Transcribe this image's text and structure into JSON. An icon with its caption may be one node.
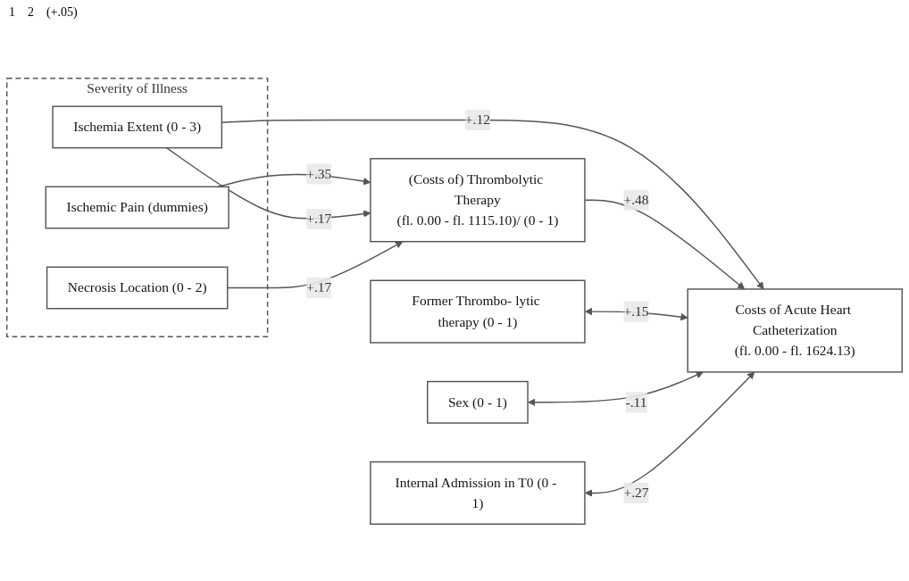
{
  "diagram": {
    "nodes": [
      {
        "text": [
          "Severity of Illness"
        ]
      },
      {
        "text": [
          "Ischemic Pain (dummies)"
        ],
        "in": 0
      },
      {
        "text": [
          "Ischemia Extent (0 - 3)"
        ],
        "in": 0
      },
      {
        "text": [
          "Necrosis Location (0 - 2)"
        ],
        "in": 0
      },
      {
        "text": [
          "(Costs of) Thrombolytic Therapy",
          "(fl. 0.00 - fl. 1115.10)/ (0 - 1)"
        ]
      },
      {
        "text": [
          "Former Thrombo- lytic therapy (0 - 1)"
        ]
      },
      {
        "text": [
          "Sex (0 - 1)"
        ]
      },
      {
        "text": [
          "Internal Admission in T0 (0 - 1)"
        ]
      },
      {
        "text": [
          "Costs of Acute Heart Catheterization",
          "(fl. 0.00 - fl. 1624.13)"
        ]
      }
    ],
    "edges": [
      {
        "from": 1,
        "to": 4,
        "arrow": "to",
        "label": "+.35"
      },
      {
        "from": 2,
        "to": 4,
        "arrow": "to",
        "label": "+.17"
      },
      {
        "from": 3,
        "to": 4,
        "arrow": "to",
        "label": "+.17"
      },
      {
        "from": 2,
        "to": 8,
        "arrow": "to",
        "label": "+.12"
      },
      {
        "from": 4,
        "to": 8,
        "arrow": "to",
        "label": "+.48"
      },
      {
        "from": 5,
        "to": 8,
        "arrow": "both",
        "label": "+.15"
      },
      {
        "from": 6,
        "to": 8,
        "arrow": "both",
        "label": "-.11"
      },
      {
        "from": 7,
        "to": 8,
        "arrow": "both",
        "label": "+.27"
      }
    ],
    "labels": [
      "1",
      "2",
      "(+.05)"
    ]
  }
}
